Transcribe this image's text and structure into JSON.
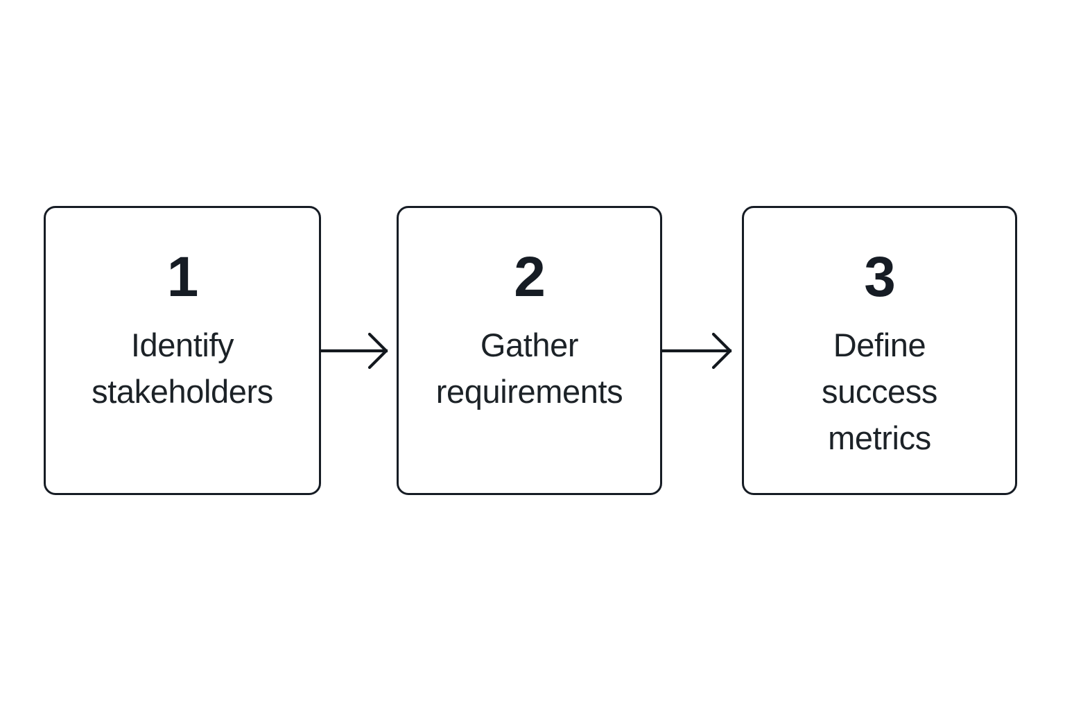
{
  "diagram": {
    "type": "horizontal-process-flow",
    "background_color": "#ffffff",
    "stroke_color": "#161c24",
    "text_color": "#1c2227",
    "steps": [
      {
        "number": "1",
        "label": "Identify\nstakeholders",
        "label_lines": [
          "Identify",
          "stakeholders"
        ]
      },
      {
        "number": "2",
        "label": "Gather\nrequirements",
        "label_lines": [
          "Gather",
          "requirements"
        ]
      },
      {
        "number": "3",
        "label": "Define\nsuccess\nmetrics",
        "label_lines": [
          "Define",
          "success",
          "metrics"
        ]
      }
    ],
    "connectors": [
      {
        "from": "1",
        "to": "2",
        "icon": "arrow-right-icon"
      },
      {
        "from": "2",
        "to": "3",
        "icon": "arrow-right-icon"
      }
    ]
  }
}
